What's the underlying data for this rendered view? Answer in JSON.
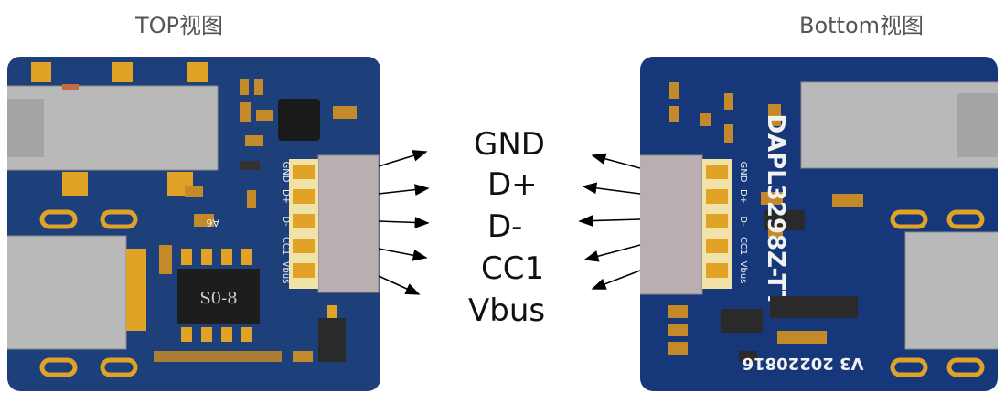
{
  "top_view": {
    "title": "TOP视图",
    "pin_labels": [
      "GND",
      "D+",
      "D-",
      "CC1",
      "Vbus"
    ],
    "chip_label": "S0-8",
    "silk_label": "A6"
  },
  "bottom_view": {
    "title": "Bottom视图",
    "pin_labels": [
      "GND",
      "D+",
      "D-",
      "CC1",
      "Vbus"
    ],
    "part_number": "DAPL3298Z-TT",
    "version": "V3 20220816"
  },
  "pins": [
    "GND",
    "D+",
    "D-",
    "CC1",
    "Vbus"
  ],
  "colors": {
    "board": "#1d3f7a",
    "pad_gold": "#e0a325",
    "metal": "#b9b9b9",
    "arrow": "#000000"
  }
}
